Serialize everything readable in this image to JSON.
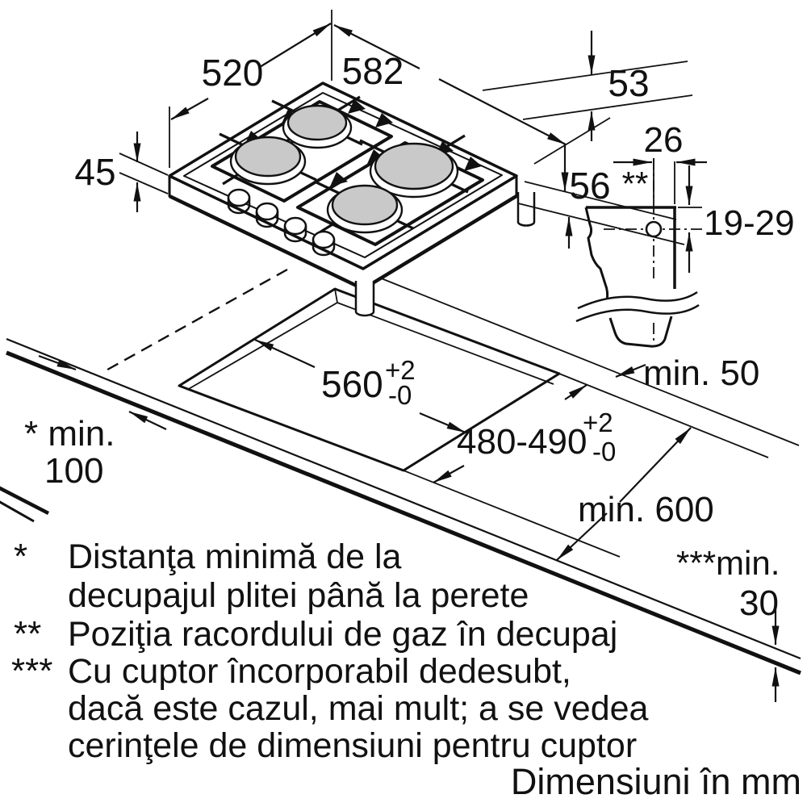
{
  "hob": {
    "depth": "520",
    "width": "582",
    "side_trim": "53",
    "body_height": "45",
    "total_height": "56"
  },
  "gas_detail": {
    "edge_offset": "26",
    "marker": "**",
    "vertical_range": "19-29"
  },
  "cutout": {
    "width": "560",
    "width_tol_plus": "+2",
    "width_tol_minus": "-0",
    "depth": "480-490",
    "depth_tol_plus": "+2",
    "depth_tol_minus": "-0",
    "front_clearance": "min. 50",
    "wall_clearance_label": "* min.",
    "wall_clearance_value": "100",
    "worktop_depth": "min. 600",
    "oven_clearance_label": "***min.",
    "oven_clearance_value": "30"
  },
  "footnotes": [
    {
      "marker": "*",
      "lines": [
        "Distanţa minimă de la",
        "decupajul plitei până la perete"
      ]
    },
    {
      "marker": "**",
      "lines": [
        "Poziţia racordului de gaz în decupaj"
      ]
    },
    {
      "marker": "***",
      "lines": [
        "Cu cuptor încorporabil dedesubt,",
        "dacă este cazul, mai mult; a se vedea",
        "cerinţele de dimensiuni pentru cuptor"
      ]
    }
  ],
  "footer": "Dimensiuni în mm"
}
